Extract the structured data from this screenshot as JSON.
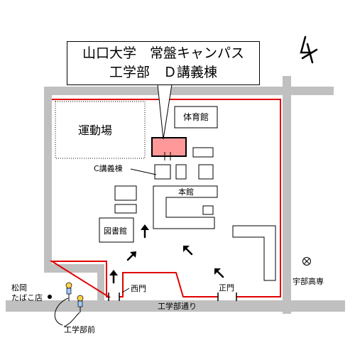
{
  "title": {
    "line1": "山口大学　常盤キャンパス",
    "line2": "工学部　Ｄ講義棟"
  },
  "labels": {
    "field": "運動場",
    "gym": "体育館",
    "c_building": "C講義棟",
    "main_building": "本館",
    "library": "図書館",
    "west_gate": "西門",
    "main_gate": "正門",
    "road": "工学部通り",
    "matsuoka_line1": "松岡",
    "matsuoka_line2": "たばこ店",
    "bus_stop": "工学部前",
    "kosen": "宇部高専"
  },
  "colors": {
    "road": "#c0c0c0",
    "campus_border": "#e00000",
    "highlight": "#ff9999"
  }
}
